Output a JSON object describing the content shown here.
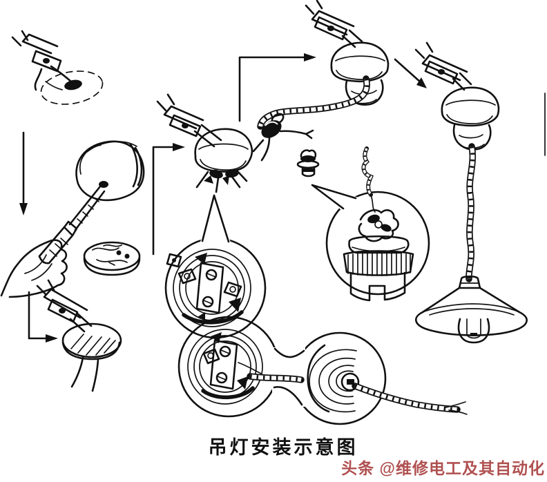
{
  "page": {
    "background": "#ffffff",
    "ink_color": "#111111"
  },
  "caption": {
    "text": "吊灯安装示意图"
  },
  "watermark": {
    "text": "头条 @维修电工及其自动化",
    "color": "#b05050"
  },
  "diagram": {
    "subject": "pendant-lamp-installation-steps",
    "parts": [
      "ceiling-outlet-wires",
      "down-arrow",
      "hand-with-screwdriver",
      "dome-canopy",
      "wooden-mounting-pad",
      "pad-mounted-with-wires",
      "ceiling-rose-mounted",
      "canopy-with-twisted-cord",
      "lamp-holder",
      "locking-cap",
      "finished-pendant-lamp",
      "lampshade",
      "light-bulb",
      "socket-interior-top-detail",
      "socket-interior-wired-detail",
      "canopy-rear-detail",
      "cord-knot-strain-relief-detail"
    ]
  }
}
